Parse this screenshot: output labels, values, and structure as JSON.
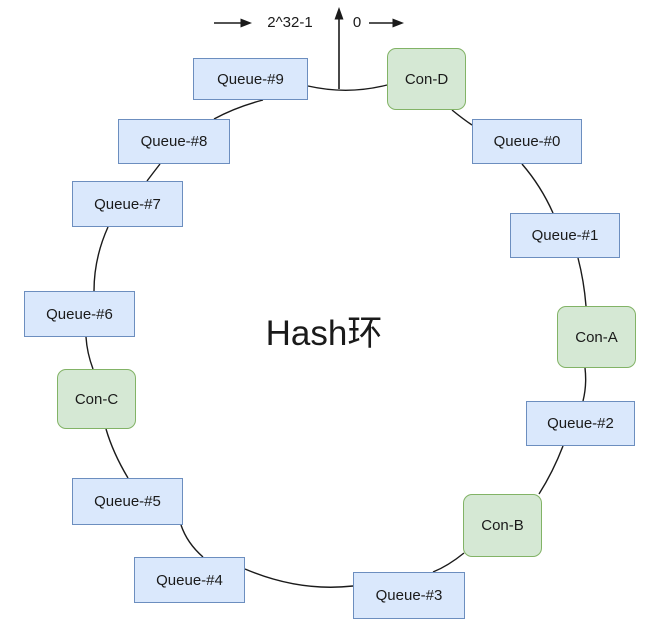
{
  "diagram": {
    "title": "Hash环",
    "axis": {
      "max_label": "2^32-1",
      "zero_label": "0",
      "arrow_icons": [
        "right-arrow-icon",
        "up-arrow-icon",
        "right-arrow-icon"
      ]
    },
    "nodes": [
      {
        "label": "Con-D",
        "type": "consumer"
      },
      {
        "label": "Queue-#0",
        "type": "queue"
      },
      {
        "label": "Queue-#1",
        "type": "queue"
      },
      {
        "label": "Con-A",
        "type": "consumer"
      },
      {
        "label": "Queue-#2",
        "type": "queue"
      },
      {
        "label": "Con-B",
        "type": "consumer"
      },
      {
        "label": "Queue-#3",
        "type": "queue"
      },
      {
        "label": "Queue-#4",
        "type": "queue"
      },
      {
        "label": "Queue-#5",
        "type": "queue"
      },
      {
        "label": "Con-C",
        "type": "consumer"
      },
      {
        "label": "Queue-#6",
        "type": "queue"
      },
      {
        "label": "Queue-#7",
        "type": "queue"
      },
      {
        "label": "Queue-#8",
        "type": "queue"
      },
      {
        "label": "Queue-#9",
        "type": "queue"
      }
    ],
    "colors": {
      "queue_fill": "#dae8fc",
      "queue_border": "#6c8ebf",
      "consumer_fill": "#d5e8d4",
      "consumer_border": "#82b366",
      "line_color": "#1a1a1a",
      "text_color": "#1a1a1a"
    }
  }
}
